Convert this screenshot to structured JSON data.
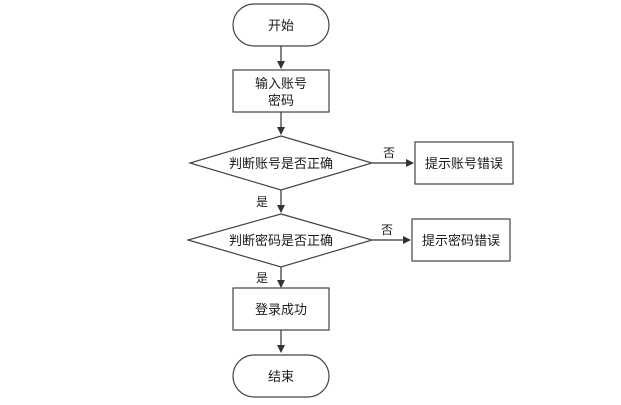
{
  "nodes": {
    "start": "开始",
    "input_line1": "输入账号",
    "input_line2": "密码",
    "check_account": "判断账号是否正确",
    "account_error": "提示账号错误",
    "check_password": "判断密码是否正确",
    "password_error": "提示密码错误",
    "login_success": "登录成功",
    "end": "结束"
  },
  "edges": {
    "account_no": "否",
    "account_yes": "是",
    "password_no": "否",
    "password_yes": "是"
  },
  "colors": {
    "stroke": "#444444",
    "arrow": "#333333",
    "fill": "#ffffff"
  }
}
